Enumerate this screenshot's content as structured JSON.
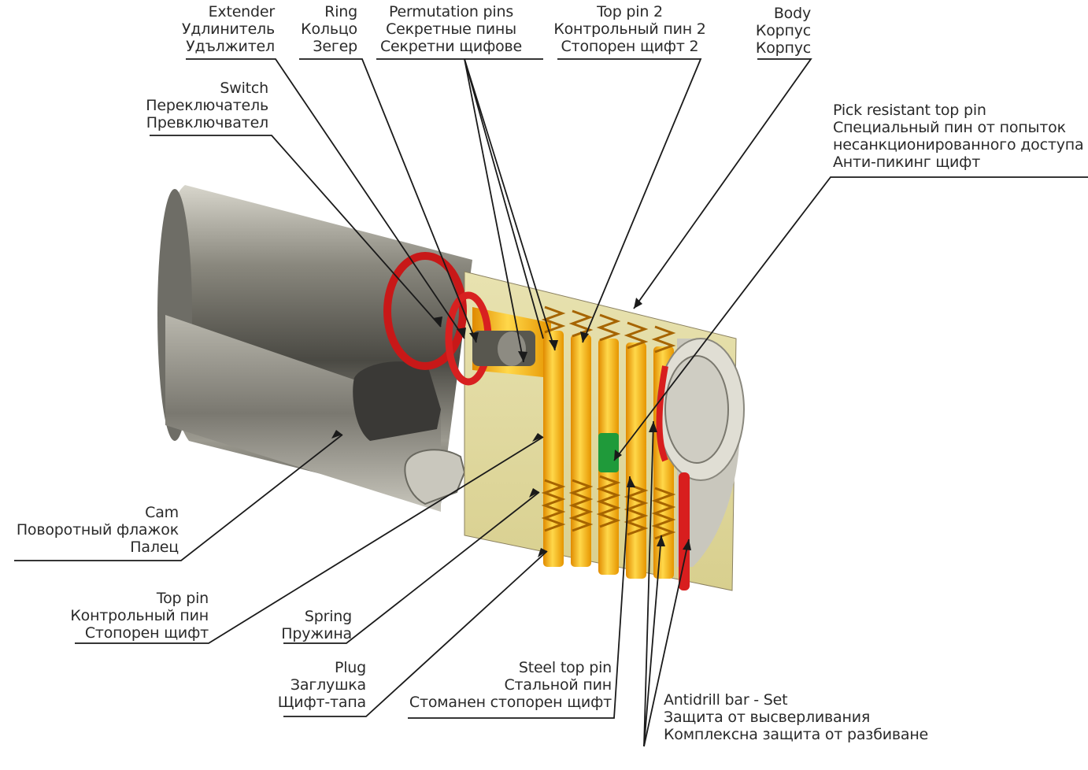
{
  "labels": {
    "extender": [
      "Extender",
      "Удлинитель",
      "Удължител"
    ],
    "ring": [
      "Ring",
      "Кольцо",
      "Зегер"
    ],
    "permutation_pins": [
      "Permutation pins",
      "Секретные пины",
      "Секретни щифове"
    ],
    "top_pin_2": [
      "Top pin 2",
      "Контрольный пин 2",
      "Стопорен щифт 2"
    ],
    "body": [
      "Body",
      "Корпус",
      "Корпус"
    ],
    "switch": [
      "Switch",
      "Переключатель",
      "Превключвател"
    ],
    "pick_resistant": [
      "Pick resistant top pin",
      "Специальный пин от попыток",
      "несанкционированного доступа",
      "Анти-пикинг щифт"
    ],
    "cam": [
      "Cam",
      "Поворотный флажок",
      "Палец"
    ],
    "top_pin": [
      "Top pin",
      "Контрольный пин",
      "Стопорен щифт"
    ],
    "spring": [
      "Spring",
      "Пружина"
    ],
    "plug": [
      "Plug",
      "Заглушка",
      "Щифт-тапа"
    ],
    "steel_top_pin": [
      "Steel top pin",
      "Стальной пин",
      "Стоманен стопорен щифт"
    ],
    "antidrill": [
      "Antidrill bar - Set",
      "Защита от высверливания",
      "Комплексна защита от разбиване"
    ]
  },
  "colors": {
    "brass": "#f5a800",
    "brass_light": "#ffd24d",
    "nickel": "#9a9890",
    "antidrill_red": "#d81e1e",
    "pick_green": "#1f9a3a",
    "leader_line": "#1a1a1a"
  }
}
